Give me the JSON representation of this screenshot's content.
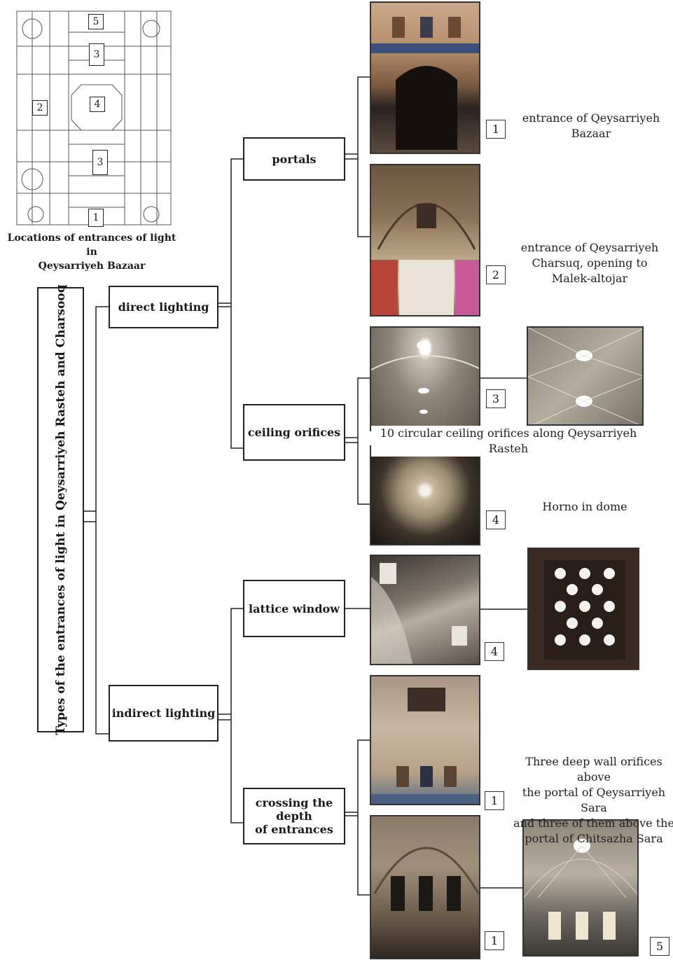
{
  "map": {
    "label_line1": "Locations of entrances of light in",
    "label_line2": "Qeysarriyeh Bazaar",
    "markers": [
      "5",
      "3",
      "4",
      "2",
      "3",
      "1"
    ]
  },
  "root": {
    "label": "Types of the entrances of light in Qeysarriyeh Rasteh and Charsooq"
  },
  "categories": {
    "direct": "direct lighting",
    "indirect": "indirect lighting"
  },
  "subcategories": {
    "portals": "portals",
    "ceiling": "ceiling orifices",
    "lattice": "lattice window",
    "crossing_line1": "crossing the depth",
    "crossing_line2": "of entrances"
  },
  "numbers": [
    "1",
    "2",
    "3",
    "4",
    "4",
    "1",
    "1",
    "5"
  ],
  "captions": {
    "c1_line1": "entrance of Qeysarriyeh",
    "c1_line2": "Bazaar",
    "c2_line1": "entrance of Qeysarriyeh",
    "c2_line2": "Charsuq, opening to",
    "c2_line3": "Malek-altojar",
    "c3": "10 circular ceiling orifices along Qeysarriyeh Rasteh",
    "c4": "Horno in dome",
    "c5_line1": "Three deep wall orifices above",
    "c5_line2": "the portal of Qeysarriyeh Sara",
    "c5_line3": "and three of them above the",
    "c5_line4": "portal of Chitsazha Sara"
  }
}
